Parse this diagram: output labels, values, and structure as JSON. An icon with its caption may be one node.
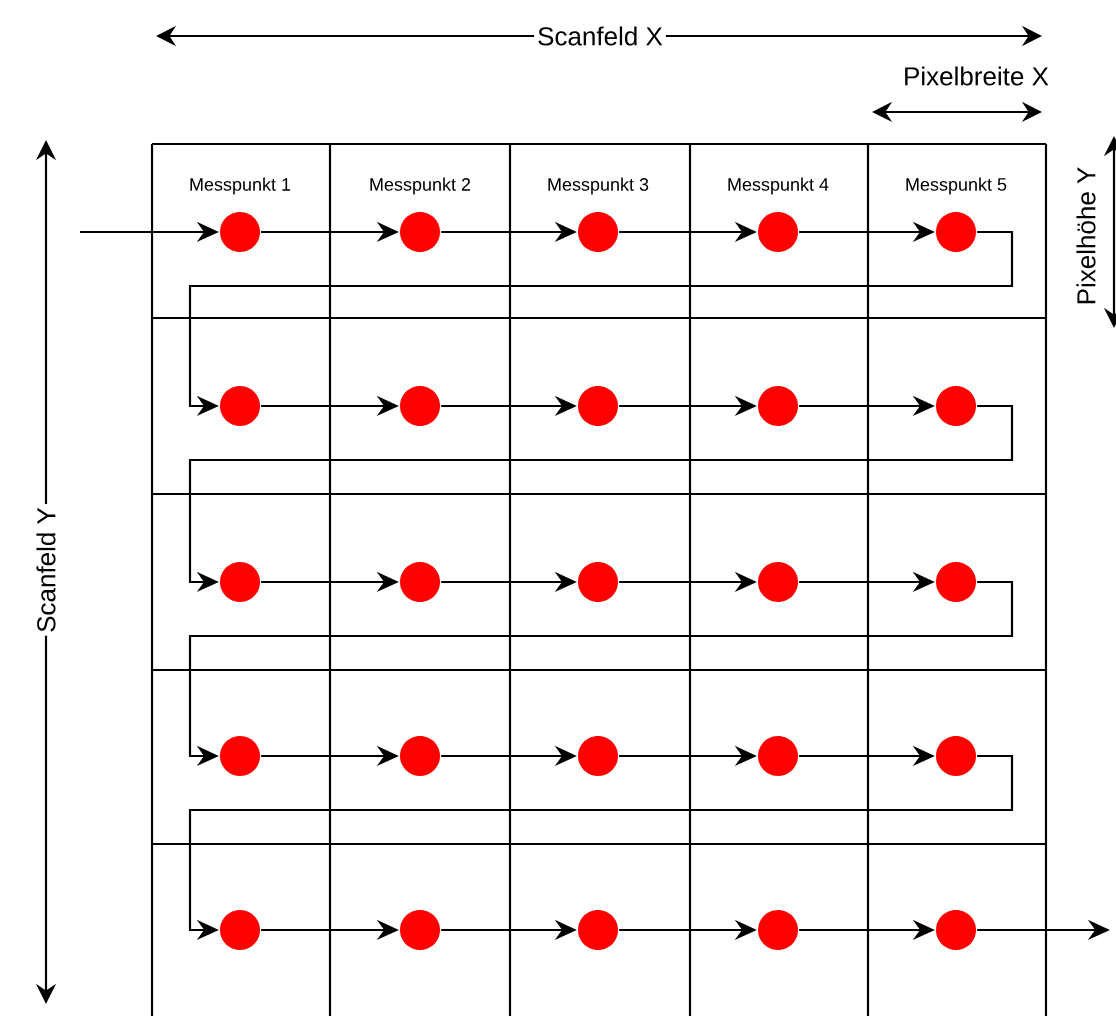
{
  "diagram": {
    "nodes": [
      {
        "text": [],
        "shape": "circle",
        "beside": [
          "Messpunkt 1"
        ]
      },
      {
        "text": [],
        "shape": "circle",
        "beside": [
          "Messpunkt 2"
        ]
      },
      {
        "text": [],
        "shape": "circle",
        "beside": [
          "Messpunkt 3"
        ]
      },
      {
        "text": [],
        "shape": "circle",
        "beside": [
          "Messpunkt 4"
        ]
      },
      {
        "text": [],
        "shape": "circle",
        "beside": [
          "Messpunkt 5"
        ]
      },
      {
        "text": [],
        "shape": "circle"
      },
      {
        "text": [],
        "shape": "circle"
      },
      {
        "text": [],
        "shape": "circle"
      },
      {
        "text": [],
        "shape": "circle"
      },
      {
        "text": [],
        "shape": "circle"
      },
      {
        "text": [],
        "shape": "circle"
      },
      {
        "text": [],
        "shape": "circle"
      },
      {
        "text": [],
        "shape": "circle"
      },
      {
        "text": [],
        "shape": "circle"
      },
      {
        "text": [],
        "shape": "circle"
      },
      {
        "text": [],
        "shape": "circle"
      },
      {
        "text": [],
        "shape": "circle"
      },
      {
        "text": [],
        "shape": "circle"
      },
      {
        "text": [],
        "shape": "circle"
      },
      {
        "text": [],
        "shape": "circle"
      },
      {
        "text": [],
        "shape": "circle"
      },
      {
        "text": [],
        "shape": "circle"
      },
      {
        "text": [],
        "shape": "circle"
      },
      {
        "text": [],
        "shape": "circle"
      },
      {
        "text": [],
        "shape": "circle"
      }
    ],
    "edges": [
      {
        "from": null,
        "to": 0,
        "arrow": "to"
      },
      {
        "from": 0,
        "to": 1,
        "arrow": "to"
      },
      {
        "from": 1,
        "to": 2,
        "arrow": "to"
      },
      {
        "from": 2,
        "to": 3,
        "arrow": "to"
      },
      {
        "from": 3,
        "to": 4,
        "arrow": "to"
      },
      {
        "from": 4,
        "to": 5,
        "arrow": "to"
      },
      {
        "from": 5,
        "to": 6,
        "arrow": "to"
      },
      {
        "from": 6,
        "to": 7,
        "arrow": "to"
      },
      {
        "from": 7,
        "to": 8,
        "arrow": "to"
      },
      {
        "from": 8,
        "to": 9,
        "arrow": "to"
      },
      {
        "from": 9,
        "to": 10,
        "arrow": "to"
      },
      {
        "from": 10,
        "to": 11,
        "arrow": "to"
      },
      {
        "from": 11,
        "to": 12,
        "arrow": "to"
      },
      {
        "from": 12,
        "to": 13,
        "arrow": "to"
      },
      {
        "from": 13,
        "to": 14,
        "arrow": "to"
      },
      {
        "from": 14,
        "to": 15,
        "arrow": "to"
      },
      {
        "from": 15,
        "to": 16,
        "arrow": "to"
      },
      {
        "from": 16,
        "to": 17,
        "arrow": "to"
      },
      {
        "from": 17,
        "to": 18,
        "arrow": "to"
      },
      {
        "from": 18,
        "to": 19,
        "arrow": "to"
      },
      {
        "from": 19,
        "to": 20,
        "arrow": "to"
      },
      {
        "from": 20,
        "to": 21,
        "arrow": "to"
      },
      {
        "from": 21,
        "to": 22,
        "arrow": "to"
      },
      {
        "from": 22,
        "to": 23,
        "arrow": "to"
      },
      {
        "from": 23,
        "to": 24,
        "arrow": "to"
      },
      {
        "from": 24,
        "to": null,
        "arrow": "to"
      }
    ],
    "labels": [
      "Scanfeld X",
      "Pixelbreite X",
      "Pixelhöhe Y",
      "Scanfeld Y"
    ]
  }
}
